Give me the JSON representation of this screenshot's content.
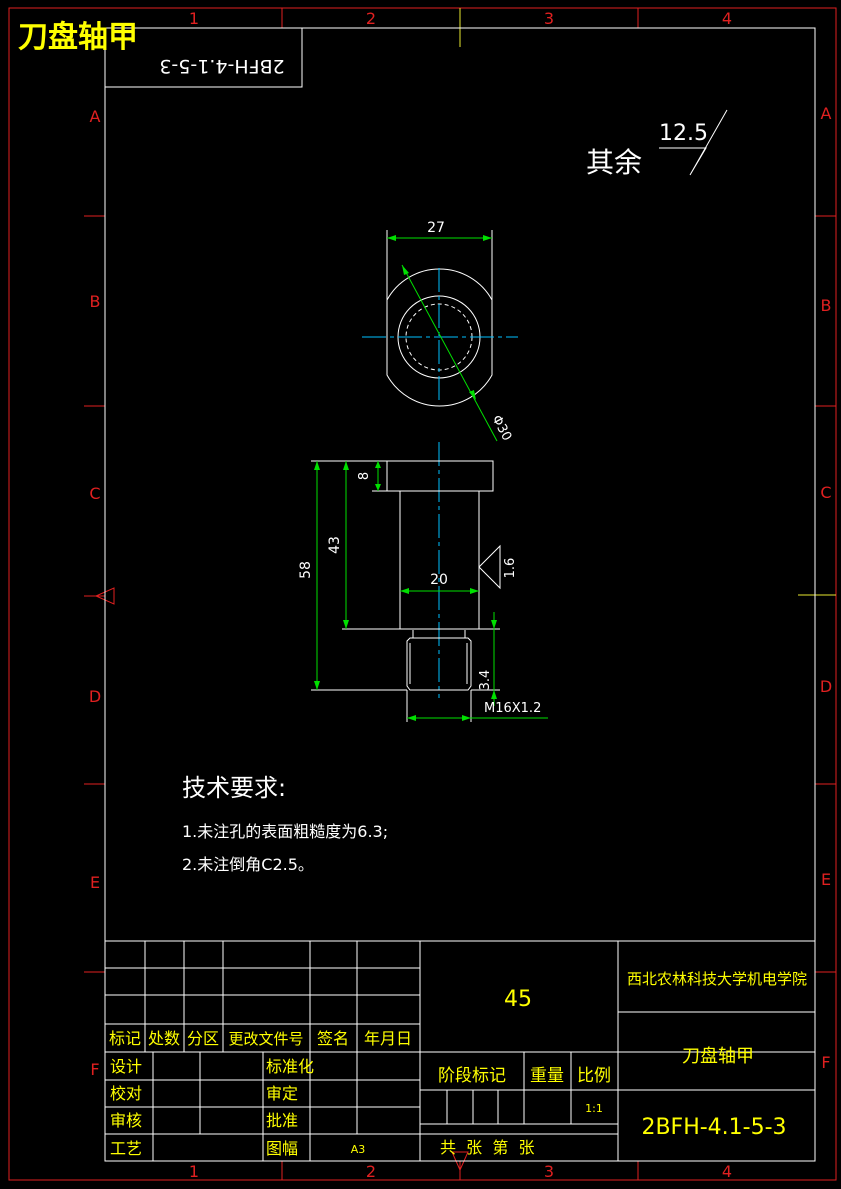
{
  "title_overlay": "刀盘轴甲",
  "stamp_code": "2BFH-4.1-5-3",
  "grid": {
    "columns": [
      "1",
      "2",
      "3",
      "4"
    ],
    "rows": [
      "A",
      "B",
      "C",
      "D",
      "E",
      "F"
    ]
  },
  "roughness_note": {
    "label": "其余",
    "value": "12.5"
  },
  "dimensions": {
    "top_width": "27",
    "diameter": "Φ30",
    "height_8": "8",
    "height_43": "43",
    "height_58": "58",
    "width_20": "20",
    "roughness_16": "1.6",
    "height_34": "3.4",
    "thread": "M16X1.2"
  },
  "tech_requirements": {
    "heading": "技术要求:",
    "items": [
      "1.未注孔的表面粗糙度为6.3;",
      "2.未注倒角C2.5。"
    ]
  },
  "title_block": {
    "header_row": [
      "标记",
      "处数",
      "分区",
      "更改文件号",
      "签名",
      "年月日"
    ],
    "left_labels": [
      "设计",
      "校对",
      "审核",
      "工艺"
    ],
    "mid_labels": [
      "标准化",
      "审定",
      "批准",
      "图幅"
    ],
    "sheet_size": "A3",
    "material": "45",
    "stage_labels": [
      "阶段标记",
      "重量",
      "比例"
    ],
    "scale": "1:1",
    "sheet_count": "共  张  第  张",
    "institution": "西北农林科技大学机电学院",
    "part_name": "刀盘轴甲",
    "drawing_no": "2BFH-4.1-5-3"
  }
}
